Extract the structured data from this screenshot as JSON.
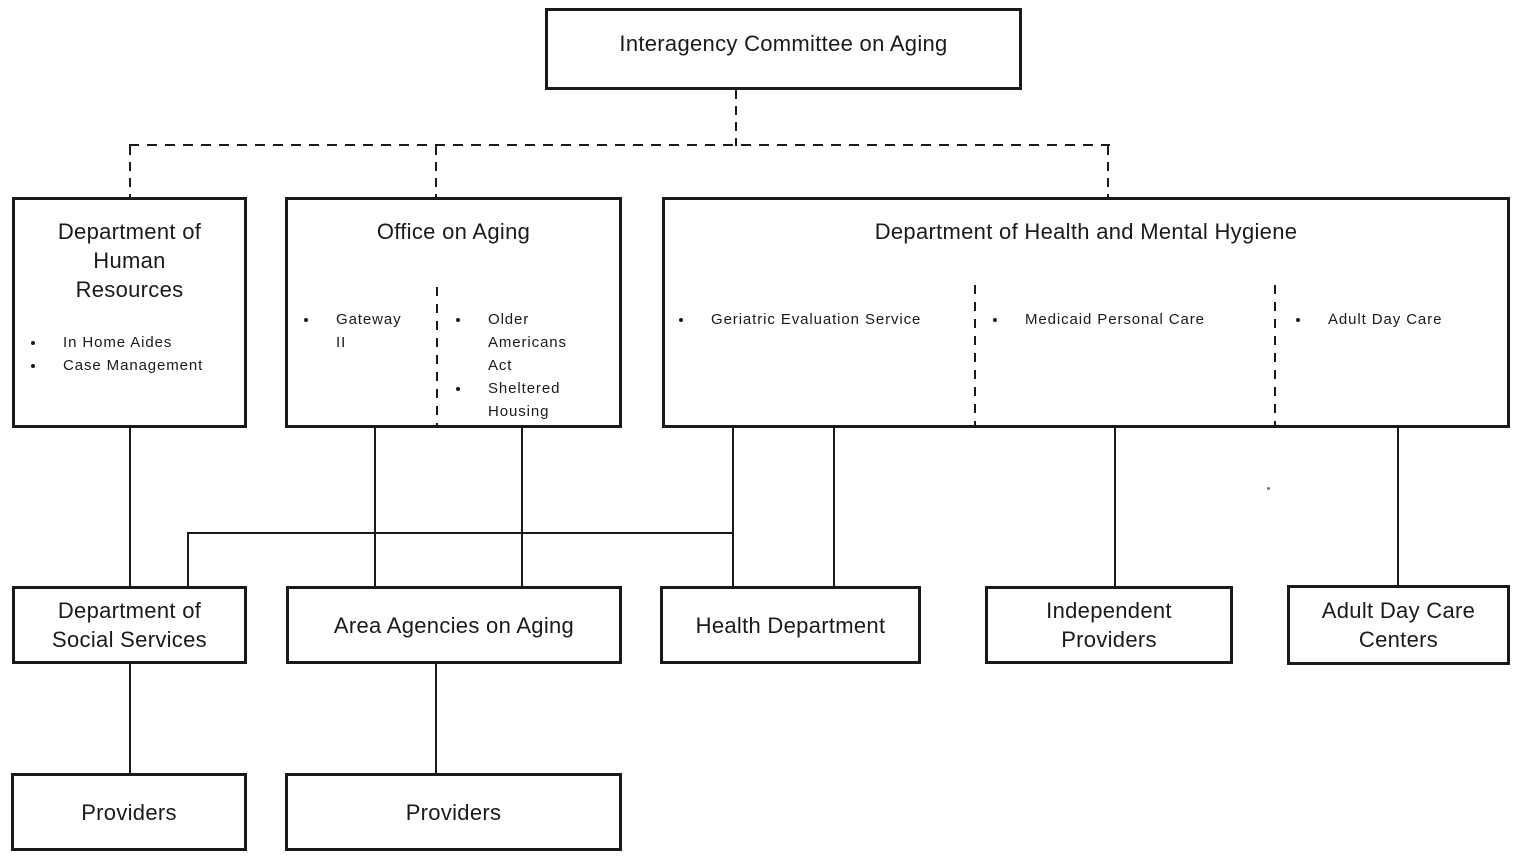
{
  "diagram_title": "Interagency Committee on Aging organizational chart",
  "colors": {
    "line": "#1a1a1a",
    "background": "#ffffff"
  },
  "boxes": {
    "interagency": {
      "label": "Interagency Committee on Aging"
    },
    "human_resources": {
      "label": "Department of Human Resources",
      "bullets": [
        "In Home Aides",
        "Case Management"
      ]
    },
    "office_on_aging": {
      "label": "Office on Aging",
      "left_bullets": [
        "Gateway II"
      ],
      "right_bullets": [
        "Older Americans Act",
        "Sheltered Housing"
      ]
    },
    "health_mental_hygiene": {
      "label": "Department of Health and Mental Hygiene",
      "bullets": [
        "Geriatric Evaluation Service",
        "Medicaid Personal Care",
        "Adult Day Care"
      ]
    },
    "social_services": {
      "label": "Department of Social Services"
    },
    "area_agencies": {
      "label": "Area Agencies on Aging"
    },
    "health_department": {
      "label": "Health Department"
    },
    "independent_providers": {
      "label": "Independent Providers"
    },
    "adult_day_care_centers": {
      "label": "Adult Day Care Centers"
    },
    "providers_left": {
      "label": "Providers"
    },
    "providers_right": {
      "label": "Providers"
    }
  }
}
